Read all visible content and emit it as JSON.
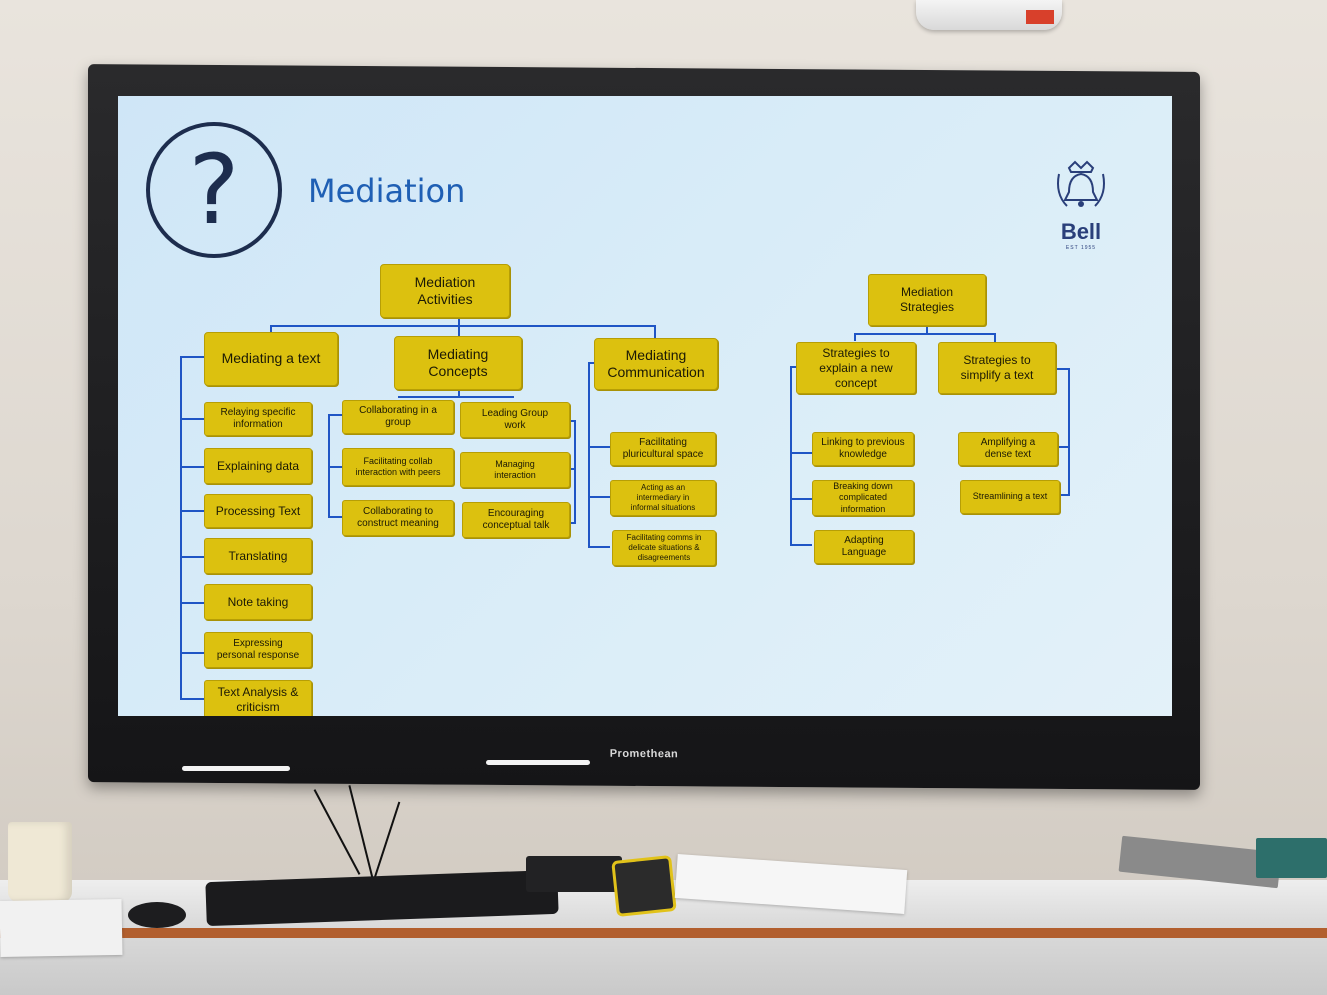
{
  "monitor": {
    "brand": "Promethean"
  },
  "slide": {
    "question_symbol": "?",
    "title": "Mediation",
    "logo": {
      "name": "Bell",
      "established": "EST 1955",
      "icon": "bell-crest-icon"
    }
  },
  "activities": {
    "root": "Mediation Activities",
    "text": {
      "label": "Mediating a text",
      "items": [
        "Relaying specific information",
        "Explaining data",
        "Processing Text",
        "Translating",
        "Note taking",
        "Expressing personal response",
        "Text Analysis & criticism"
      ]
    },
    "concepts": {
      "label": "Mediating Concepts",
      "col1": [
        "Collaborating in a group",
        "Facilitating collab interaction with peers",
        "Collaborating to construct meaning"
      ],
      "col2": [
        "Leading Group work",
        "Managing interaction",
        "Encouraging conceptual talk"
      ]
    },
    "communication": {
      "label": "Mediating Communication",
      "items": [
        "Facilitating pluricultural space",
        "Acting as an intermediary in informal situations",
        "Facilitating comms in delicate situations & disagreements"
      ]
    }
  },
  "strategies": {
    "root": "Mediation Strategies",
    "explain": {
      "label": "Strategies to explain a new concept",
      "items": [
        "Linking to previous knowledge",
        "Breaking down complicated information",
        "Adapting Language"
      ]
    },
    "simplify": {
      "label": "Strategies to simplify a text",
      "items": [
        "Amplifying a dense text",
        "Streamlining a text"
      ]
    }
  },
  "colors": {
    "box": "#dcc10f",
    "line": "#1f55c5",
    "title": "#1f5fb4",
    "screen": "#d8ecf8"
  }
}
